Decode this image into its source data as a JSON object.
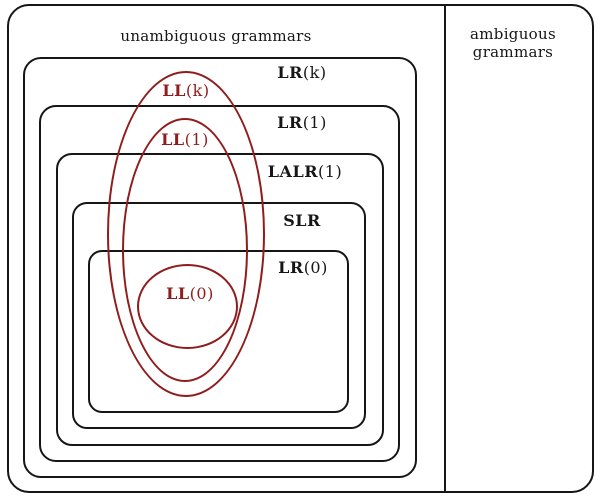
{
  "diagram": {
    "left_region_label": "unambiguous grammars",
    "right_region_label_lines": [
      "ambiguous",
      "grammars"
    ],
    "nested_boxes": [
      {
        "name": "LR",
        "arg": "(k)"
      },
      {
        "name": "LR",
        "arg": "(1)"
      },
      {
        "name": "LALR",
        "arg": "(1)"
      },
      {
        "name": "SLR",
        "arg": ""
      },
      {
        "name": "LR",
        "arg": "(0)"
      }
    ],
    "ll_ellipses": [
      {
        "name": "LL",
        "arg": "(k)"
      },
      {
        "name": "LL",
        "arg": "(1)"
      },
      {
        "name": "LL",
        "arg": "(0)"
      }
    ],
    "colors": {
      "line": "#161616",
      "accent": "#8f1d1d",
      "background": "#ffffff"
    }
  }
}
